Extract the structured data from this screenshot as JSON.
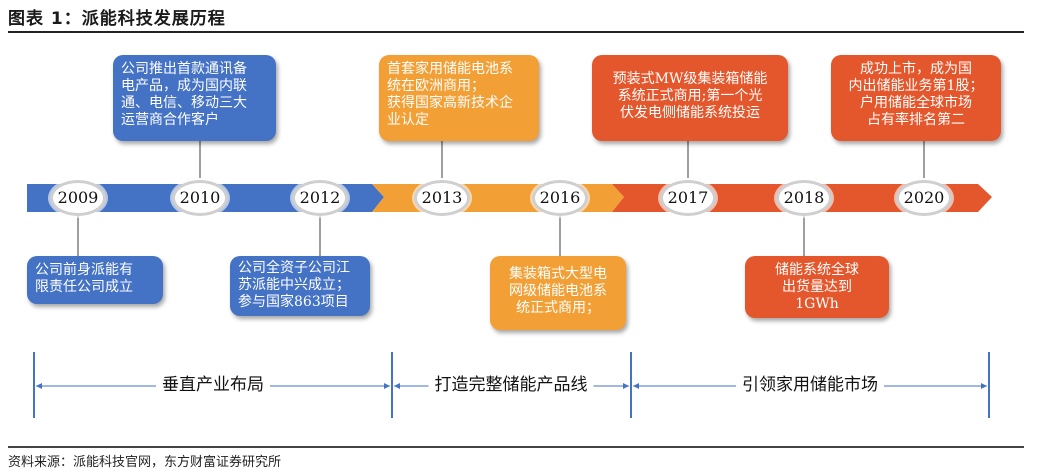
{
  "title": "图表 1：派能科技发展历程",
  "source": "资料来源：派能科技官网，东方财富证券研究所",
  "colors": {
    "blue": "#4472c4",
    "orange": "#f29f35",
    "red": "#e4562b"
  },
  "years": [
    "2009",
    "2010",
    "2012",
    "2013",
    "2016",
    "2017",
    "2018",
    "2020"
  ],
  "events_top": [
    {
      "lines": [
        "公司推出首款通讯备",
        "电产品，成为国内联",
        "通、电信、移动三大",
        "运营商合作客户"
      ]
    },
    {
      "lines": [
        "首套家用储能电池系",
        "统在欧洲商用；",
        "获得国家高新技术企",
        "业认定"
      ]
    },
    {
      "lines": [
        "预装式MW级集装箱储能",
        "系统正式商用;第一个光",
        "伏发电侧储能系统投运"
      ]
    },
    {
      "lines": [
        "成功上市，成为国",
        "内出储能业务第1股；",
        "户用储能全球市场",
        "占有率排名第二"
      ]
    }
  ],
  "events_bottom": [
    {
      "lines": [
        "公司前身派能有",
        "限责任公司成立"
      ]
    },
    {
      "lines": [
        "公司全资子公司江",
        "苏派能中兴成立；",
        "参与国家863项目"
      ]
    },
    {
      "lines": [
        "集装箱式大型电",
        "网级储能电池系",
        "统正式商用；"
      ]
    },
    {
      "lines": [
        "储能系统全球",
        "出货量达到",
        "1GWh"
      ]
    }
  ],
  "phases": [
    "垂直产业布局",
    "打造完整储能产品线",
    "引领家用储能市场"
  ]
}
